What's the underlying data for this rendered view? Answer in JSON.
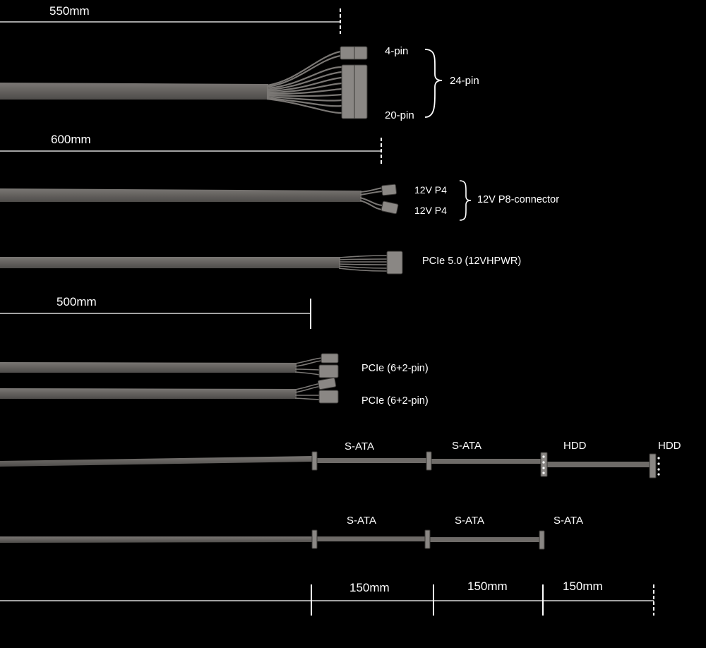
{
  "colors": {
    "background": "#000000",
    "cable": "#6e6b68",
    "cable_dark": "#4a4846",
    "connector": "#8a8784",
    "text": "#ffffff",
    "measure_line": "#d9d9d9"
  },
  "measurements": {
    "main_24pin_length": "550mm",
    "cpu_length": "600mm",
    "pcie_length": "500mm",
    "sata_segment_1": "150mm",
    "sata_segment_2": "150mm",
    "sata_segment_3": "150mm"
  },
  "atx_cable": {
    "top_label": "4-pin",
    "bottom_label": "20-pin",
    "group_label": "24-pin"
  },
  "cpu_cable": {
    "plug_1": "12V P4",
    "plug_2": "12V P4",
    "group_label": "12V P8-connector"
  },
  "pcie5_cable": {
    "label": "PCIe 5.0 (12VHPWR)"
  },
  "pcie_cables": [
    {
      "label": "PCIe (6+2-pin)"
    },
    {
      "label": "PCIe (6+2-pin)"
    }
  ],
  "sata_hdd_cable": {
    "labels": [
      "S-ATA",
      "S-ATA",
      "HDD",
      "HDD"
    ]
  },
  "sata_cable": {
    "labels": [
      "S-ATA",
      "S-ATA",
      "S-ATA"
    ]
  }
}
